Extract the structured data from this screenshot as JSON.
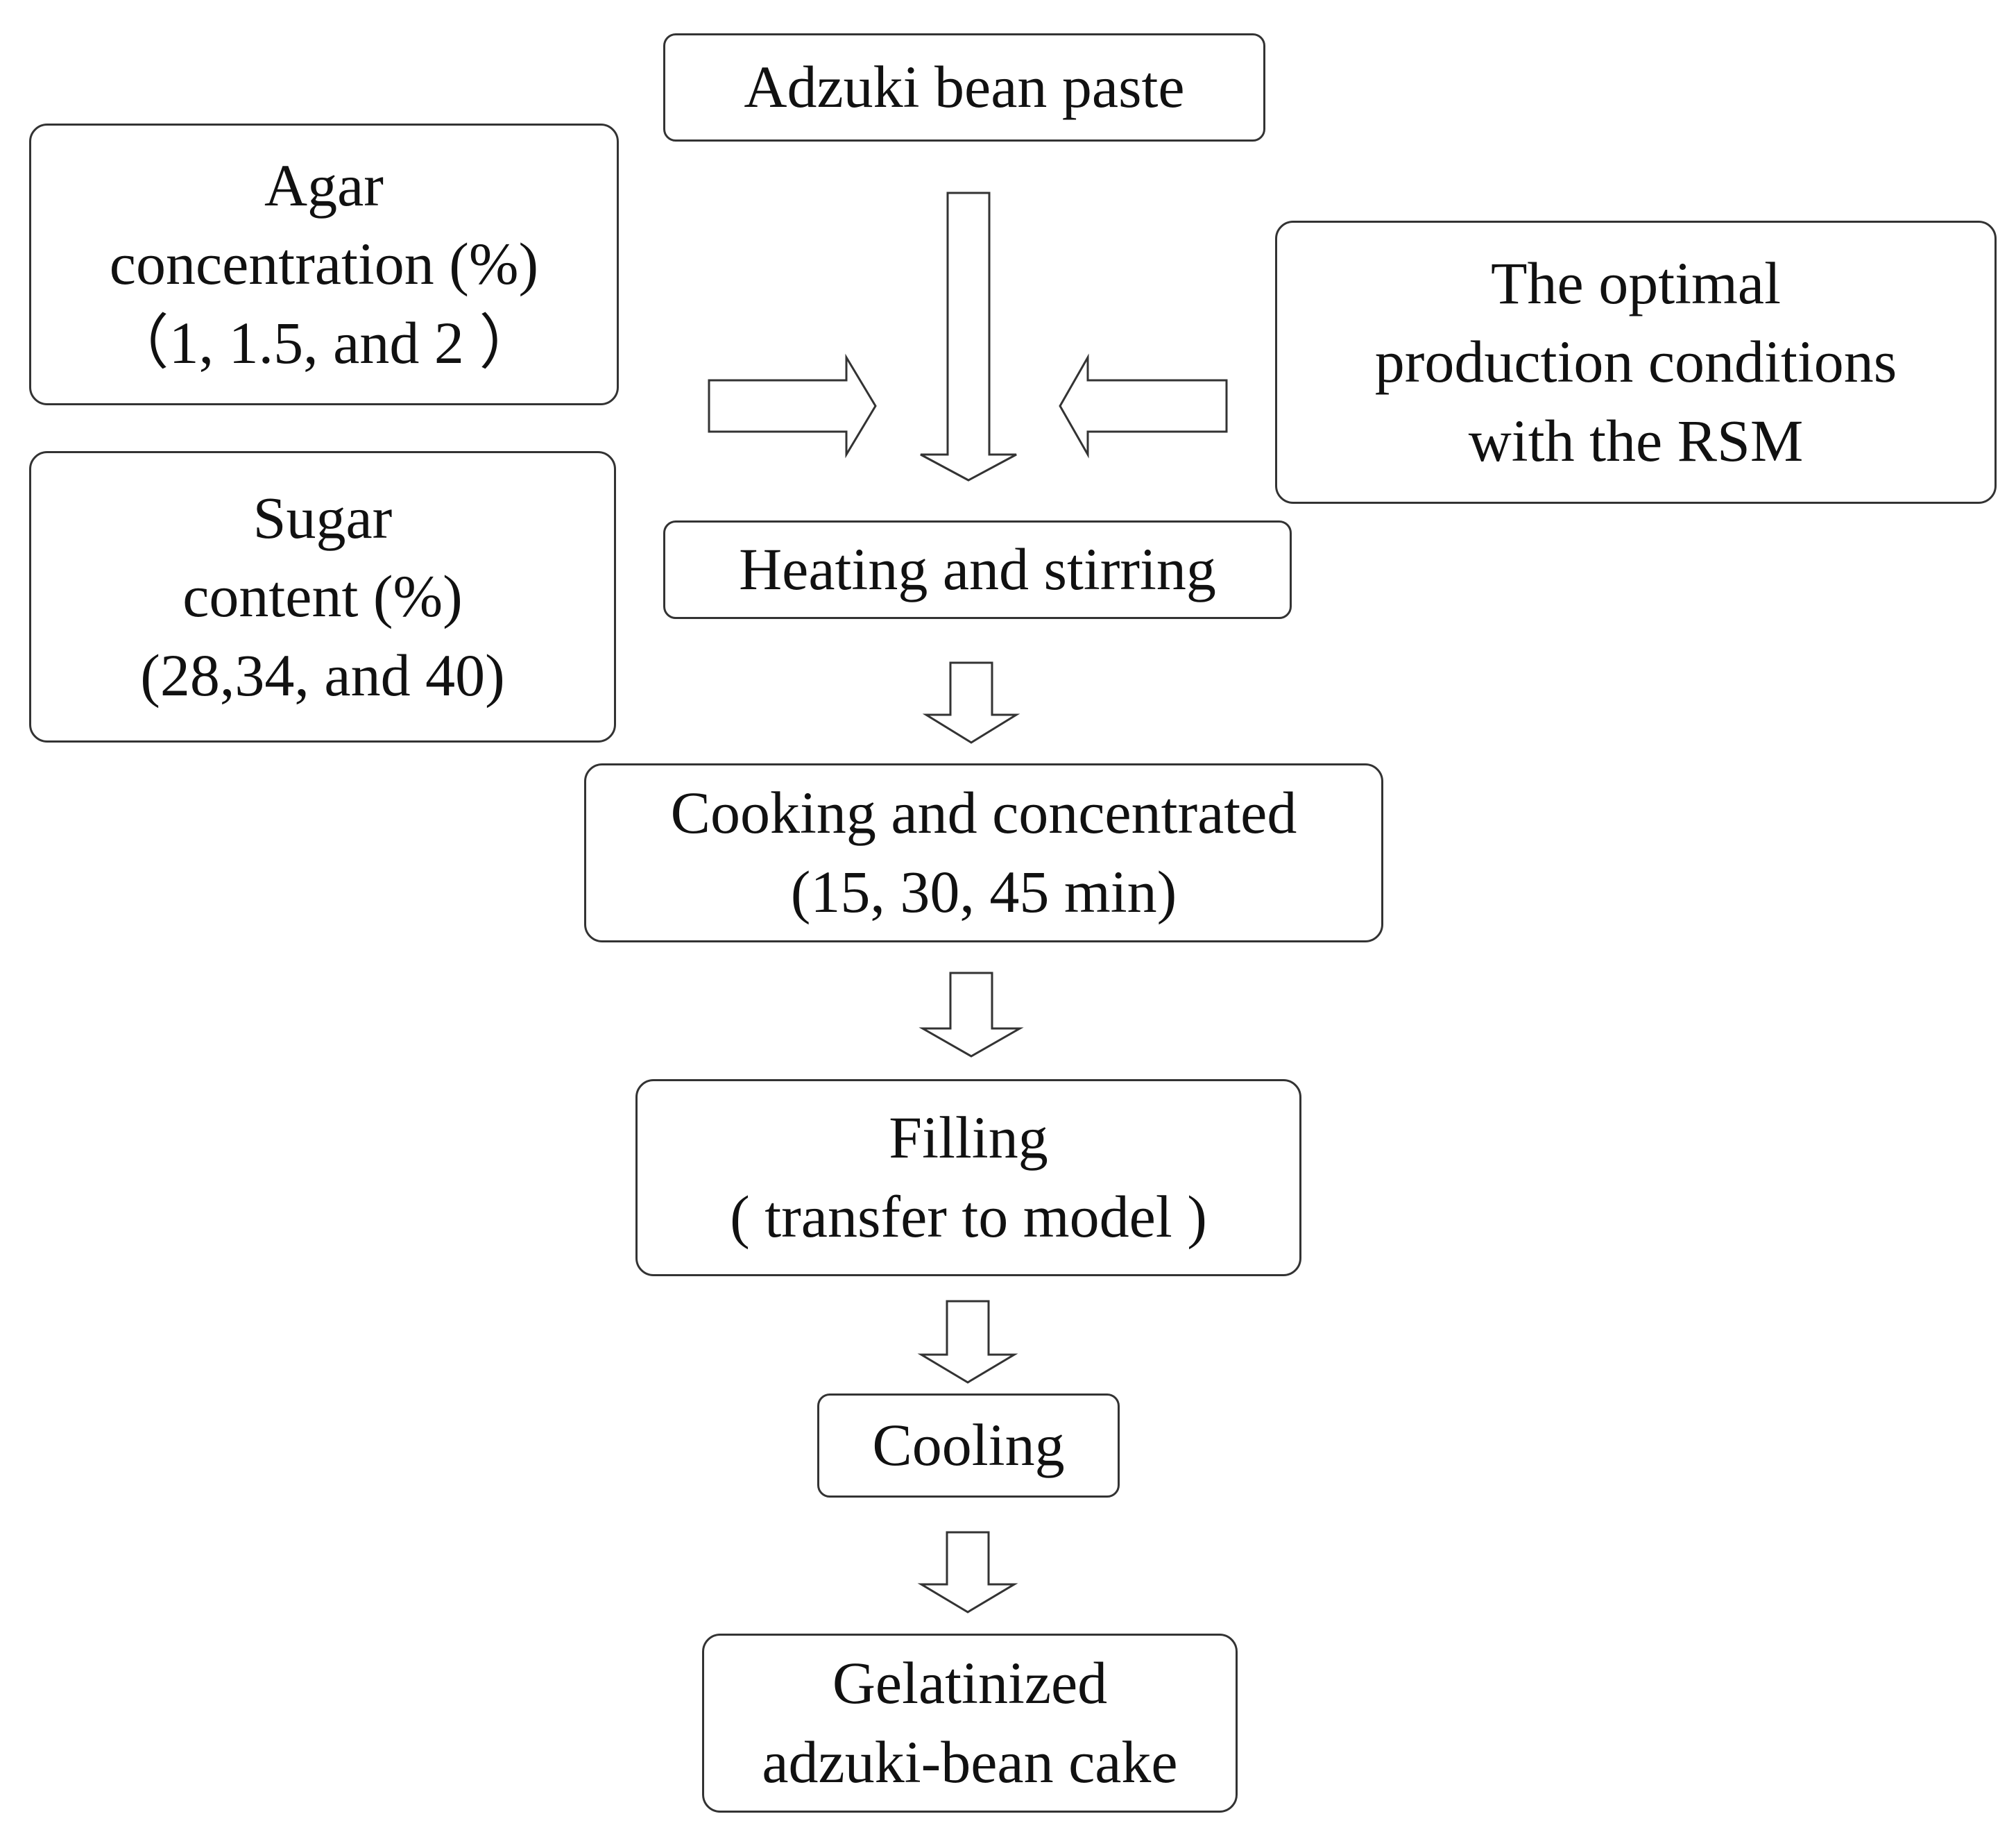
{
  "flow": {
    "start": "Adzuki bean paste",
    "agar": [
      "Agar",
      "concentration (%)",
      "（1, 1.5, and 2 ）"
    ],
    "sugar": [
      "Sugar",
      "content (%)",
      "(28,34, and 40)"
    ],
    "optimal": [
      "The optimal",
      "production conditions",
      "with the RSM"
    ],
    "heating": "Heating and stirring",
    "cooking": [
      "Cooking and concentrated",
      "(15, 30, 45 min)"
    ],
    "filling": [
      "Filling",
      "( transfer to model )"
    ],
    "cooling": "Cooling",
    "result": [
      "Gelatinized",
      "adzuki-bean cake"
    ]
  }
}
